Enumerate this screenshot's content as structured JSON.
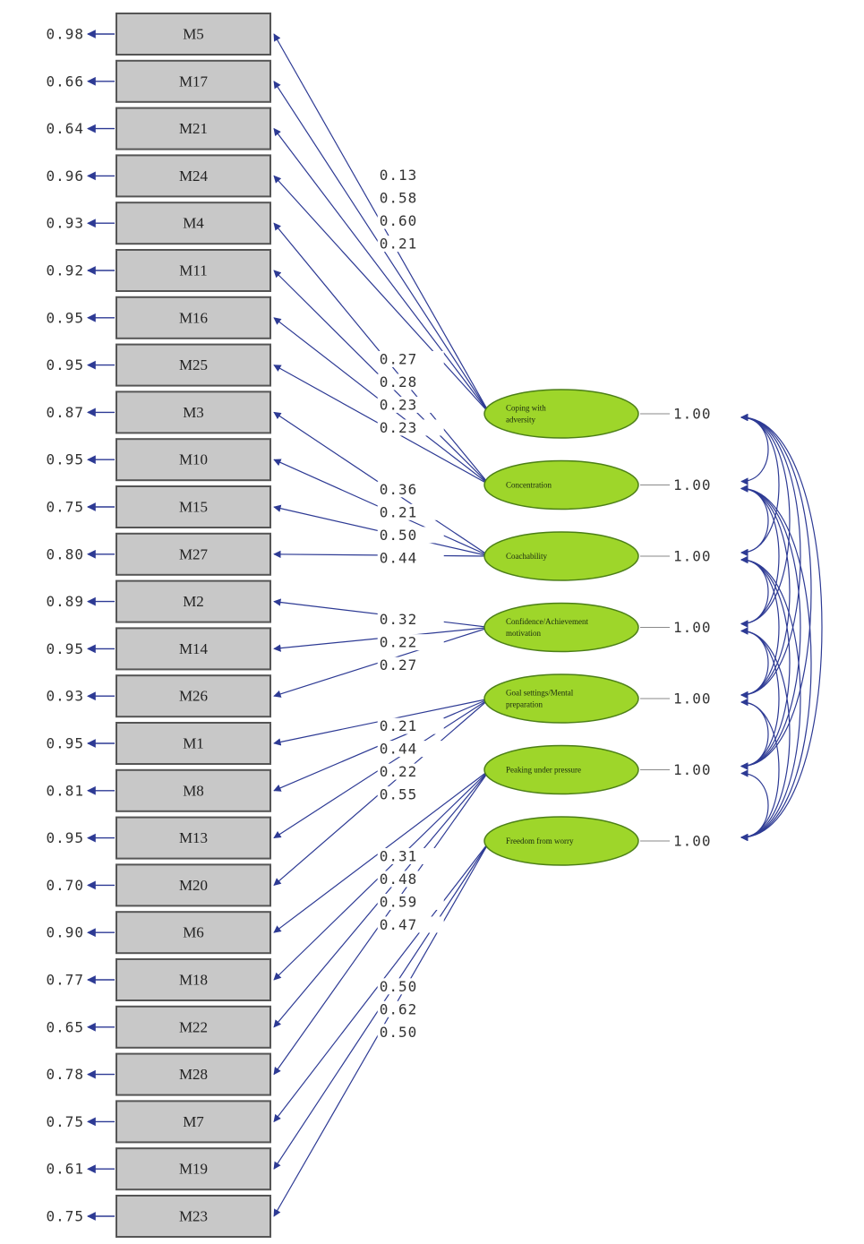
{
  "factors": [
    {
      "id": "F1",
      "label_lines": [
        "Coping with",
        "adversity"
      ],
      "variance": "1.00"
    },
    {
      "id": "F2",
      "label_lines": [
        "Concentration"
      ],
      "variance": "1.00"
    },
    {
      "id": "F3",
      "label_lines": [
        "Coachability"
      ],
      "variance": "1.00"
    },
    {
      "id": "F4",
      "label_lines": [
        "Confidence/Achievement",
        "motivation"
      ],
      "variance": "1.00"
    },
    {
      "id": "F5",
      "label_lines": [
        "Goal settings/Mental",
        "preparation"
      ],
      "variance": "1.00"
    },
    {
      "id": "F6",
      "label_lines": [
        "Peaking under pressure"
      ],
      "variance": "1.00"
    },
    {
      "id": "F7",
      "label_lines": [
        "Freedom from worry"
      ],
      "variance": "1.00"
    }
  ],
  "items": [
    {
      "name": "M5",
      "error": "0.98",
      "factor": 0,
      "loading": "0.13"
    },
    {
      "name": "M17",
      "error": "0.66",
      "factor": 0,
      "loading": "0.58"
    },
    {
      "name": "M21",
      "error": "0.64",
      "factor": 0,
      "loading": "0.60"
    },
    {
      "name": "M24",
      "error": "0.96",
      "factor": 0,
      "loading": "0.21"
    },
    {
      "name": "M4",
      "error": "0.93",
      "factor": 1,
      "loading": "0.27"
    },
    {
      "name": "M11",
      "error": "0.92",
      "factor": 1,
      "loading": "0.28"
    },
    {
      "name": "M16",
      "error": "0.95",
      "factor": 1,
      "loading": "0.23"
    },
    {
      "name": "M25",
      "error": "0.95",
      "factor": 1,
      "loading": "0.23"
    },
    {
      "name": "M3",
      "error": "0.87",
      "factor": 2,
      "loading": "0.36"
    },
    {
      "name": "M10",
      "error": "0.95",
      "factor": 2,
      "loading": "0.21"
    },
    {
      "name": "M15",
      "error": "0.75",
      "factor": 2,
      "loading": "0.50"
    },
    {
      "name": "M27",
      "error": "0.80",
      "factor": 2,
      "loading": "0.44"
    },
    {
      "name": "M2",
      "error": "0.89",
      "factor": 3,
      "loading": "0.32"
    },
    {
      "name": "M14",
      "error": "0.95",
      "factor": 3,
      "loading": "0.22"
    },
    {
      "name": "M26",
      "error": "0.93",
      "factor": 3,
      "loading": "0.27"
    },
    {
      "name": "M1",
      "error": "0.95",
      "factor": 4,
      "loading": "0.21"
    },
    {
      "name": "M8",
      "error": "0.81",
      "factor": 4,
      "loading": "0.44"
    },
    {
      "name": "M13",
      "error": "0.95",
      "factor": 4,
      "loading": "0.22"
    },
    {
      "name": "M20",
      "error": "0.70",
      "factor": 4,
      "loading": "0.55"
    },
    {
      "name": "M6",
      "error": "0.90",
      "factor": 5,
      "loading": "0.31"
    },
    {
      "name": "M18",
      "error": "0.77",
      "factor": 5,
      "loading": "0.48"
    },
    {
      "name": "M22",
      "error": "0.65",
      "factor": 5,
      "loading": "0.59"
    },
    {
      "name": "M28",
      "error": "0.78",
      "factor": 5,
      "loading": "0.47"
    },
    {
      "name": "M7",
      "error": "0.75",
      "factor": 6,
      "loading": "0.50"
    },
    {
      "name": "M19",
      "error": "0.61",
      "factor": 6,
      "loading": "0.62"
    },
    {
      "name": "M23",
      "error": "0.75",
      "factor": 6,
      "loading": "0.50"
    }
  ],
  "colors": {
    "path": "#2d3a94",
    "factor_fill": "#9ed62a",
    "box_fill": "#c8c8c8"
  }
}
